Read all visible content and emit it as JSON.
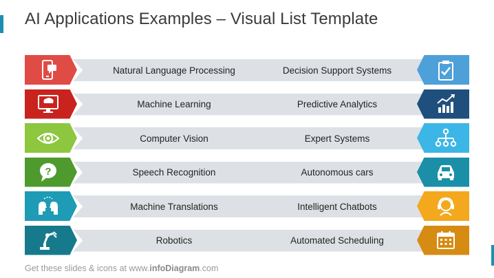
{
  "title": "AI Applications Examples – Visual List Template",
  "left_items": [
    {
      "label": "Natural Language Processing",
      "color": "#e04b46",
      "icon": "mobile-chat-icon"
    },
    {
      "label": "Machine Learning",
      "color": "#c9231e",
      "icon": "brain-monitor-icon"
    },
    {
      "label": "Computer Vision",
      "color": "#8dc63f",
      "icon": "eye-icon"
    },
    {
      "label": "Speech Recognition",
      "color": "#4f9a2f",
      "icon": "question-speech-icon"
    },
    {
      "label": "Machine Translations",
      "color": "#1e9bb5",
      "icon": "two-heads-icon"
    },
    {
      "label": "Robotics",
      "color": "#167a8c",
      "icon": "robot-arm-icon"
    }
  ],
  "right_items": [
    {
      "label": "Decision Support Systems",
      "color": "#4ea0d9",
      "icon": "clipboard-check-icon"
    },
    {
      "label": "Predictive Analytics",
      "color": "#1f4f7d",
      "icon": "growth-chart-icon"
    },
    {
      "label": "Expert Systems",
      "color": "#3bb6e6",
      "icon": "hierarchy-icon"
    },
    {
      "label": "Autonomous cars",
      "color": "#1b8fa8",
      "icon": "car-icon"
    },
    {
      "label": "Intelligent Chatbots",
      "color": "#f4a81d",
      "icon": "headset-agent-icon"
    },
    {
      "label": "Automated Scheduling",
      "color": "#d68b12",
      "icon": "calendar-icon"
    }
  ],
  "footer": {
    "prefix": "Get these slides & icons at www.",
    "brand": "infoDiagram",
    "suffix": ".com"
  }
}
